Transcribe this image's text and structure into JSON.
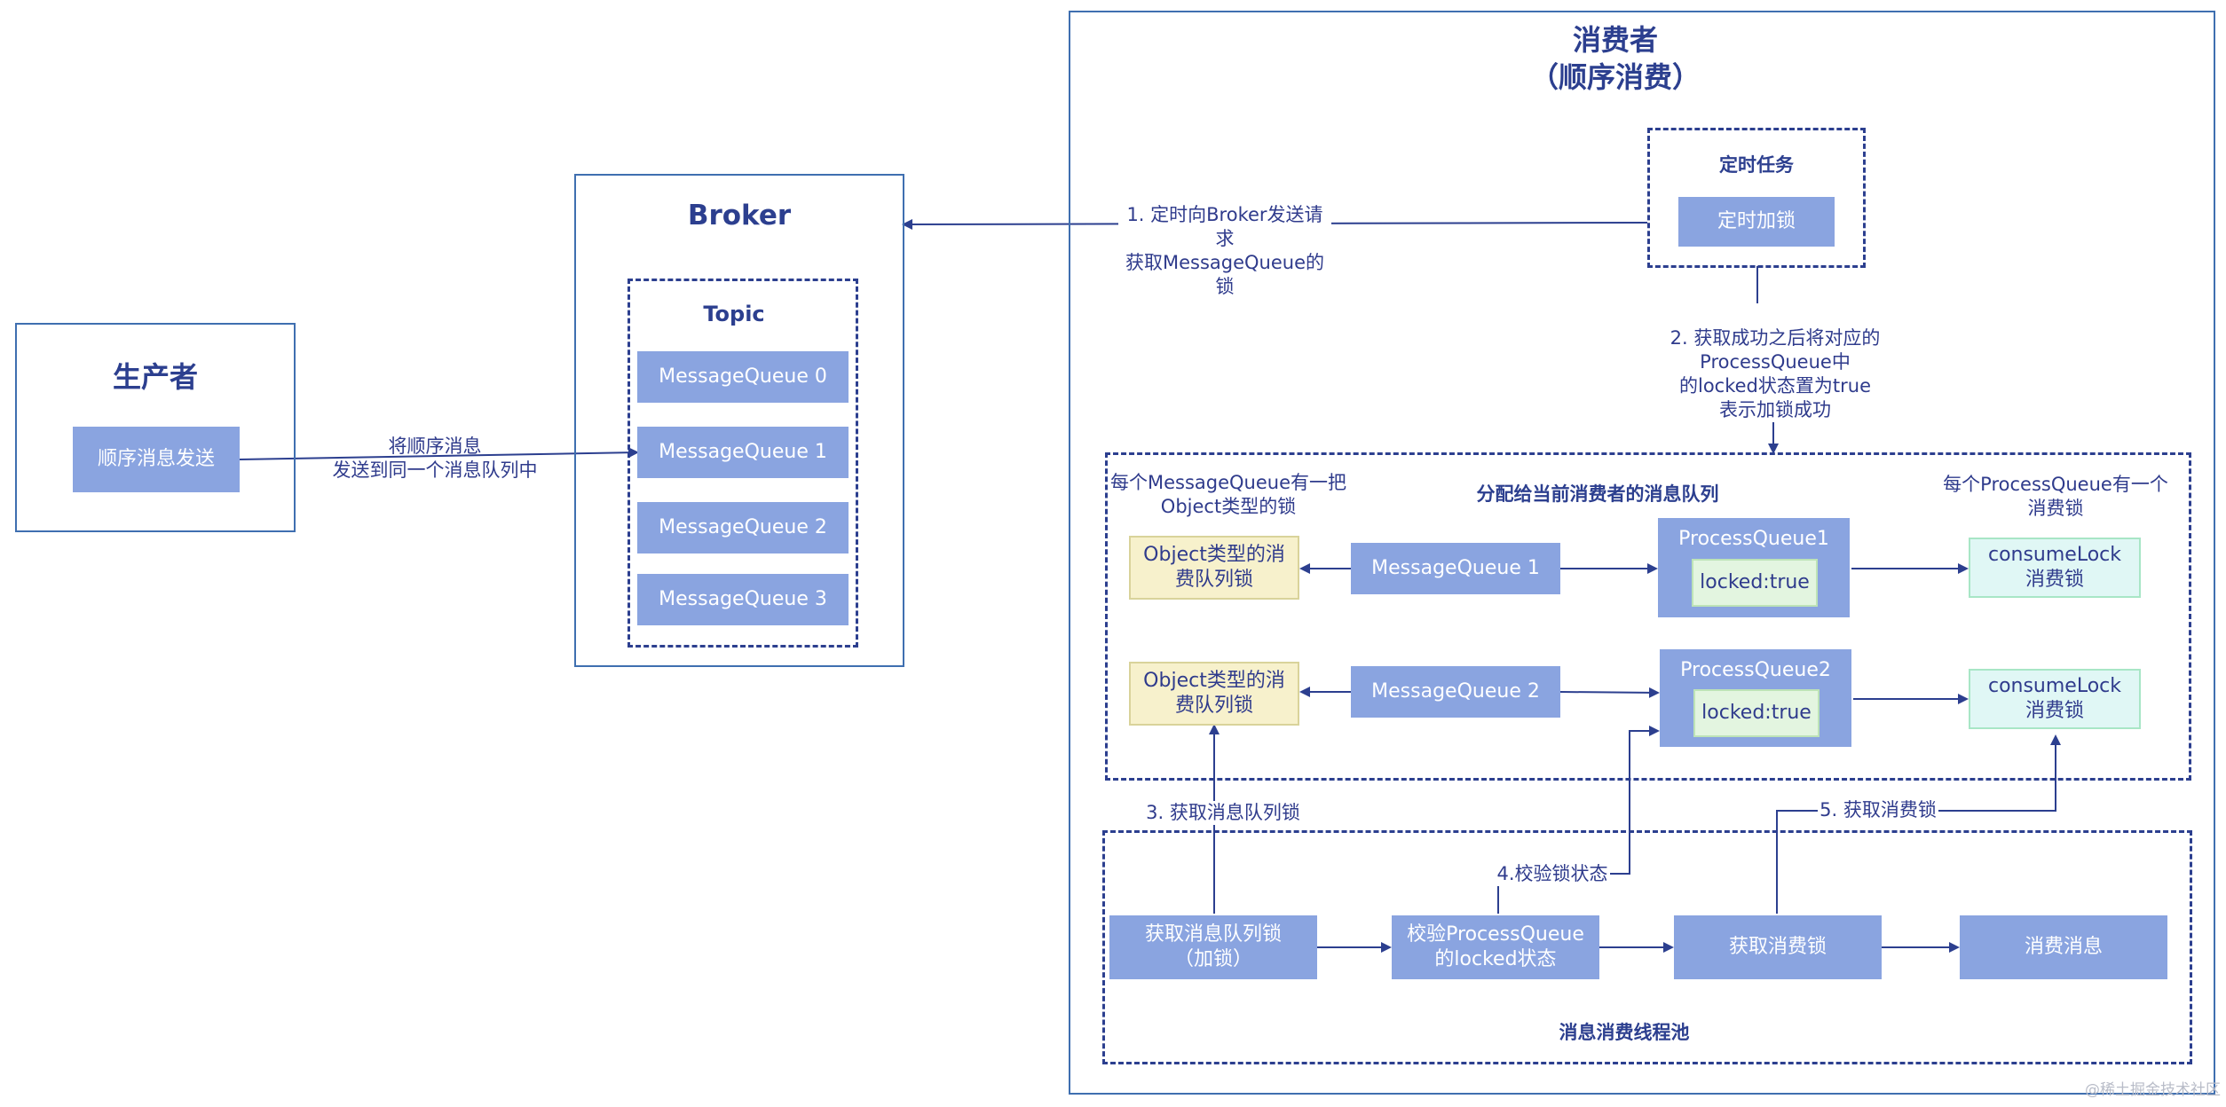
{
  "producer": {
    "title": "生产者",
    "node": "顺序消息发送"
  },
  "producer_arrow_label": "将顺序消息\n发送到同一个消息队列中",
  "broker": {
    "title": "Broker",
    "topic": "Topic",
    "queues": [
      "MessageQueue 0",
      "MessageQueue 1",
      "MessageQueue 2",
      "MessageQueue 3"
    ]
  },
  "consumer": {
    "title": "消费者\n（顺序消费）",
    "timer": {
      "title": "定时任务",
      "node": "定时加锁"
    },
    "step1": "1. 定时向Broker发送请求\n获取MessageQueue的锁",
    "step2": "2. 获取成功之后将对应的\nProcessQueue中\n的locked状态置为true\n表示加锁成功",
    "assigned": {
      "title": "分配给当前消费者的消息队列",
      "note_left": "每个MessageQueue有一把\nObject类型的锁",
      "note_right": "每个ProcessQueue有一个\n消费锁",
      "rows": [
        {
          "lock": "Object类型的消\n费队列锁",
          "mq": "MessageQueue 1",
          "pq": "ProcessQueue1",
          "locked": "locked:true",
          "consume": "consumeLock\n消费锁"
        },
        {
          "lock": "Object类型的消\n费队列锁",
          "mq": "MessageQueue 2",
          "pq": "ProcessQueue2",
          "locked": "locked:true",
          "consume": "consumeLock\n消费锁"
        }
      ]
    },
    "step3": "3. 获取消息队列锁",
    "step4": "4.校验锁状态",
    "step5": "5. 获取消费锁",
    "pool": {
      "title": "消息消费线程池",
      "nodes": [
        "获取消息队列锁\n（加锁）",
        "校验ProcessQueue\n的locked状态",
        "获取消费锁",
        "消费消息"
      ]
    }
  },
  "watermark": "@稀土掘金技术社区",
  "colors": {
    "node_fill": "#8aa4e0",
    "line": "#2c3f8f",
    "text": "#2f3b8c",
    "border": "#3f6fb0"
  }
}
